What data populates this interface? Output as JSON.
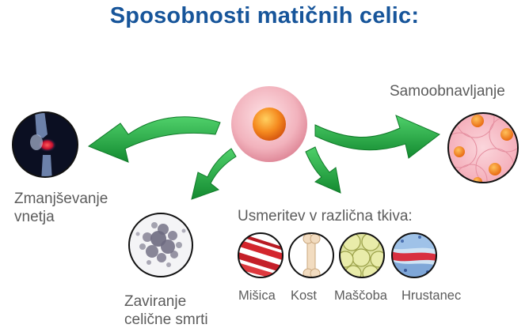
{
  "title": "Sposobnosti matičnih celic:",
  "capabilities": {
    "self_renewal": "Samoobnavljanje",
    "inflammation_reduction": [
      "Zmanjševanje",
      "vnetja"
    ],
    "cell_death_inhibition": [
      "Zaviranje",
      "celične smrti"
    ],
    "differentiation_heading": "Usmeritev v različna tkiva:"
  },
  "tissues": [
    {
      "label": "Mišica"
    },
    {
      "label": "Kost"
    },
    {
      "label": "Maščoba"
    },
    {
      "label": "Hrustanec"
    }
  ],
  "colors": {
    "title": "#17559a",
    "arrow_green": "#22a63e",
    "text_gray": "#5c5c5c",
    "cell_pink": "#f2b3bd",
    "nucleus_orange": "#f07a1f"
  }
}
